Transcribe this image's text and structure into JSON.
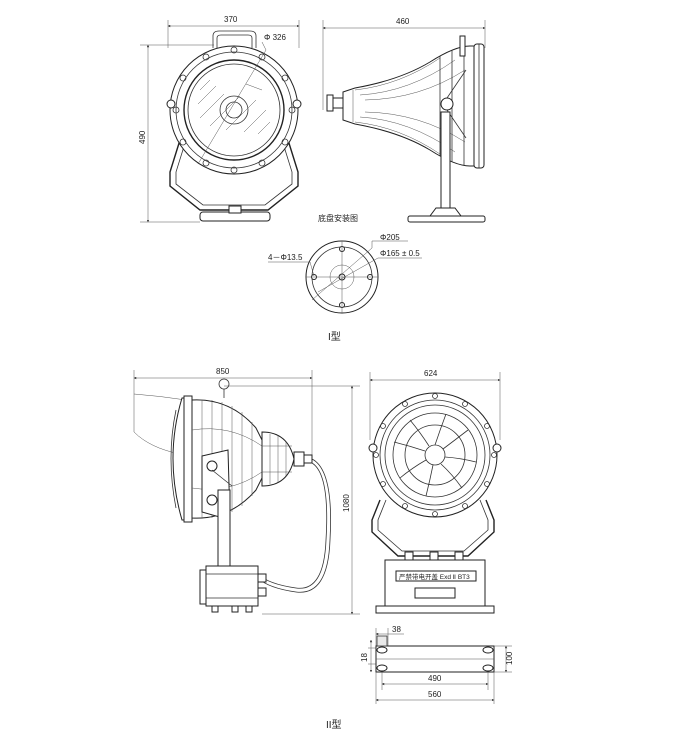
{
  "type1": {
    "title": "I型",
    "front": {
      "width_dim": "370",
      "height_dim": "490",
      "diameter_label": "Φ 326"
    },
    "side": {
      "width_dim": "460"
    },
    "base": {
      "title": "底盘安装图",
      "hole_label": "4－Φ13.5",
      "outer_diameter_label": "Φ205",
      "bolt_circle_label": "Φ165 ± 0.5"
    }
  },
  "type2": {
    "title": "II型",
    "side": {
      "width_dim": "850",
      "height_dim": "1080"
    },
    "front": {
      "width_dim": "624",
      "nameplate_text": "严禁带电开盖  Exd  Ⅱ BT3"
    },
    "bottom": {
      "dim_38": "38",
      "dim_18": "18",
      "dim_100": "100",
      "dim_490": "490",
      "dim_560": "560"
    }
  }
}
